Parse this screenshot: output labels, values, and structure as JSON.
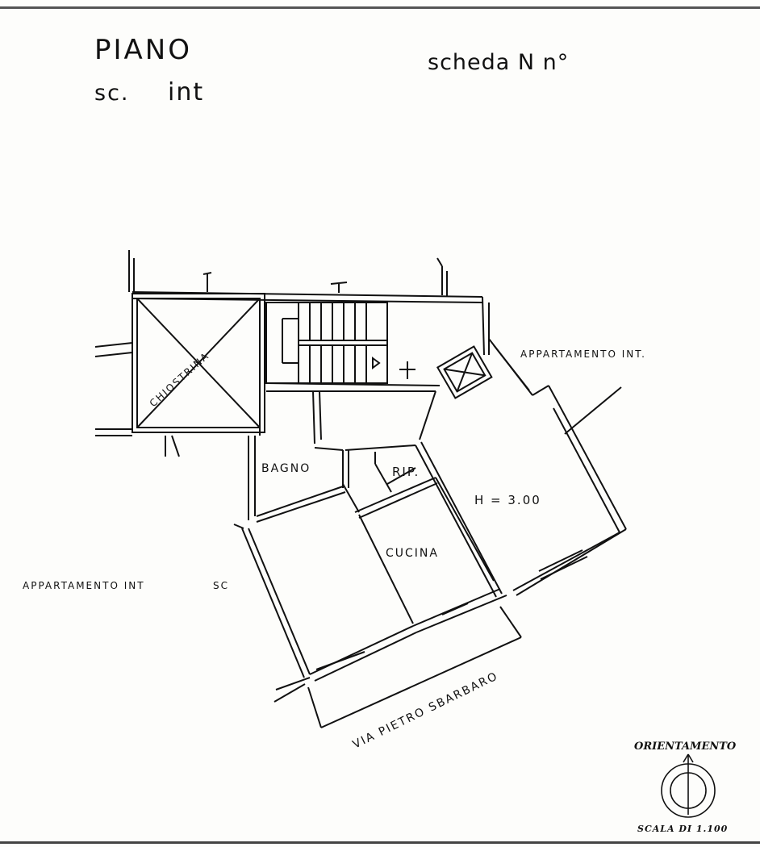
{
  "header": {
    "piano": "PIANO",
    "sc": "sc.",
    "int": "int",
    "scheda": "scheda N n°"
  },
  "plan": {
    "rooms": {
      "chiostrina": "CHIOSTRINA",
      "bagno": "BAGNO",
      "rip": "RIP.",
      "height": "H = 3.00",
      "cucina": "CUCINA"
    },
    "neighbors": {
      "right": "APPARTAMENTO INT.",
      "left": "APPARTAMENTO INT",
      "left_sc": "SC"
    },
    "street": "VIA PIETRO SBARBARO"
  },
  "legend": {
    "orientation": "ORIENTAMENTO",
    "scale": "SCALA DI 1.100"
  },
  "colors": {
    "ink": "#111111",
    "paper": "#fdfdfb"
  }
}
